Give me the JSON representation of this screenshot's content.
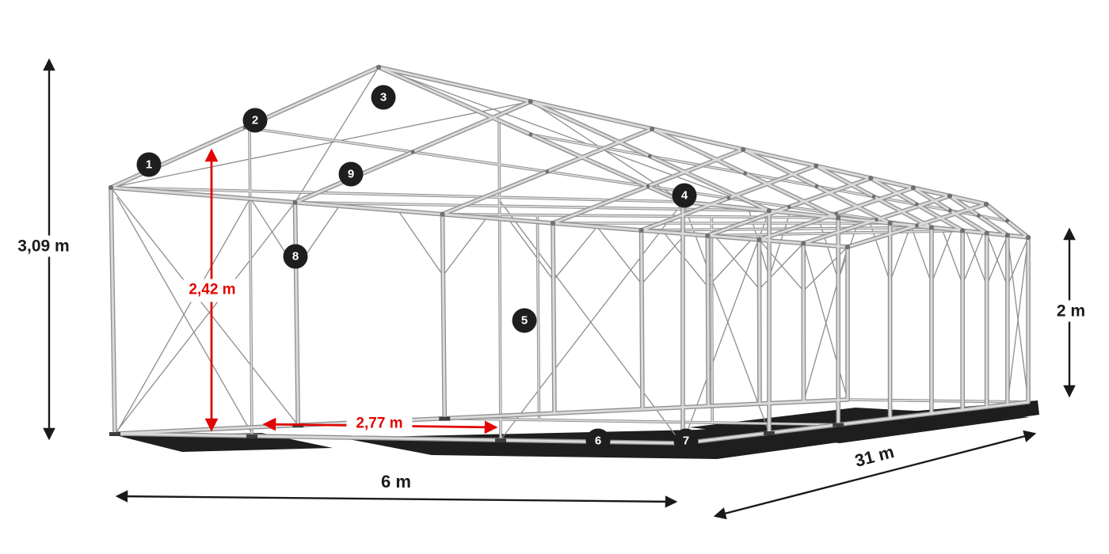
{
  "figure": {
    "dims": {
      "total_height": "3,09 m",
      "entrance_height": "2,42 m",
      "entrance_width": "2,77 m",
      "width": "6 m",
      "length": "31 m",
      "side_height": "2 m"
    },
    "markers": [
      "1",
      "2",
      "3",
      "4",
      "5",
      "6",
      "7",
      "8",
      "9"
    ],
    "colors": {
      "dimension_black": "#1a1a1a",
      "dimension_red": "#e10600",
      "marker_bg": "#1e1e1e",
      "marker_text": "#ffffff",
      "frame_tube_light": "#d9d9d9",
      "frame_tube_edge": "#8f8f8f",
      "shadow": "#0c0c0c",
      "background": "#ffffff"
    }
  }
}
